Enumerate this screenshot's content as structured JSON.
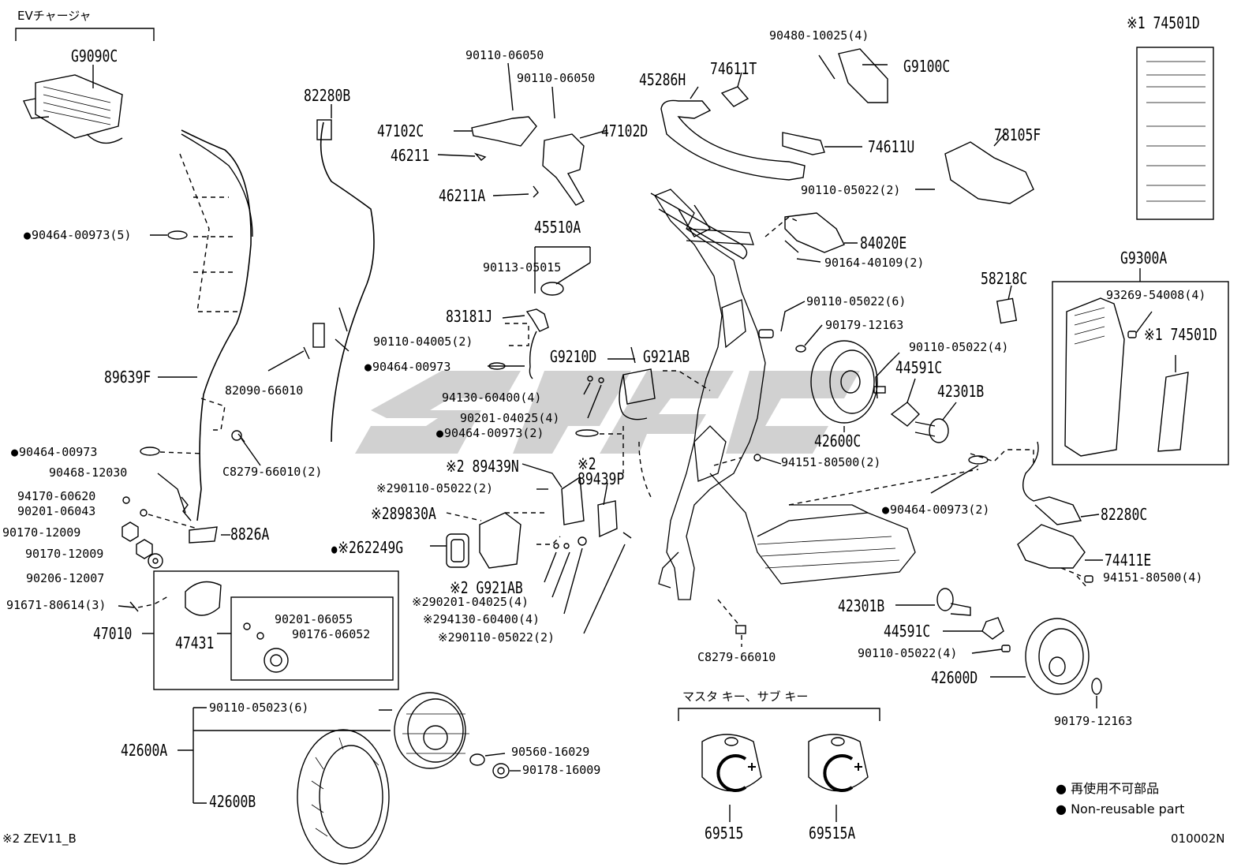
{
  "top_left_group": "EVチャージャ",
  "keys_group": "マスタ キー、サブ キー",
  "legend": {
    "marker": "●",
    "jp": "再使用不可部品",
    "en": "Non-reusable part"
  },
  "footnote": "※2 ZEV11_B",
  "diagram_id": "010002N",
  "parts": {
    "G9090C": "G9090C",
    "p82280B": "82280B",
    "p89639F": "89639F",
    "p90464_00973_5": "90464-00973(5)",
    "p82090_66010": "82090-66010",
    "p90464_00973_a": "90464-00973",
    "C8279_66010_2": "C8279-66010(2)",
    "p90468_12030": "90468-12030",
    "p94170_60620": "94170-60620",
    "p90201_06043": "90201-06043",
    "p90170_12009_a": "90170-12009",
    "p8826A": "8826A",
    "p90170_12009_b": "90170-12009",
    "p90206_12007": "90206-12007",
    "p91671_80614_3": "91671-80614(3)",
    "p47010": "47010",
    "p47431": "47431",
    "p90201_06055": "90201-06055",
    "p90176_06052": "90176-06052",
    "p90110_05023_6": "90110-05023(6)",
    "p42600A": "42600A",
    "p42600B": "42600B",
    "p90560_16029": "90560-16029",
    "p90178_16009": "90178-16009",
    "p90110_06050_a": "90110-06050",
    "p90110_06050_b": "90110-06050",
    "p47102C": "47102C",
    "p47102D": "47102D",
    "p46211": "46211",
    "p46211A": "46211A",
    "p45510A": "45510A",
    "p90113_05015": "90113-05015",
    "p83181J": "83181J",
    "p90110_04005_2": "90110-04005(2)",
    "p90464_00973_b": "90464-00973",
    "G9210D": "G9210D",
    "G921AB": "G921AB",
    "p94130_60400_4": "94130-60400(4)",
    "p90201_04025_4": "90201-04025(4)",
    "p90464_00973_2a": "90464-00973(2)",
    "p89439N": "※2 89439N",
    "p2_top": "※2",
    "p89439P": "89439P",
    "p90110_05022_2a": "※290110-05022(2)",
    "p89830A": "※289830A",
    "p62249G": "※262249G",
    "G921AB_2": "※2 G921AB",
    "p90201_04025_4b": "※290201-04025(4)",
    "p94130_60400_4b": "※294130-60400(4)",
    "p90110_05022_2b": "※290110-05022(2)",
    "p45286H": "45286H",
    "p74611T": "74611T",
    "p90480_10025_4": "90480-10025(4)",
    "G9100C": "G9100C",
    "p74611U": "74611U",
    "p78105F": "78105F",
    "p90110_05022_2c": "90110-05022(2)",
    "p84020E": "84020E",
    "p90164_40109_2": "90164-40109(2)",
    "p74501D_top": "※1 74501D",
    "G9300A": "G9300A",
    "p58218C": "58218C",
    "p93269_54008_4": "93269-54008(4)",
    "p74501D_box": "※1 74501D",
    "p90110_05022_6": "90110-05022(6)",
    "p90179_12163_a": "90179-12163",
    "p90110_05022_4a": "90110-05022(4)",
    "p44591C_a": "44591C",
    "p42301B_a": "42301B",
    "p42600C": "42600C",
    "p94151_80500_2": "94151-80500(2)",
    "p90464_00973_2b": "90464-00973(2)",
    "p82280C": "82280C",
    "p74411E": "74411E",
    "p94151_80500_4": "94151-80500(4)",
    "p42301B_b": "42301B",
    "p44591C_b": "44591C",
    "p90110_05022_4b": "90110-05022(4)",
    "p42600D": "42600D",
    "p90179_12163_b": "90179-12163",
    "C8279_66010": "C8279-66010",
    "p69515": "69515",
    "p69515A": "69515A"
  }
}
